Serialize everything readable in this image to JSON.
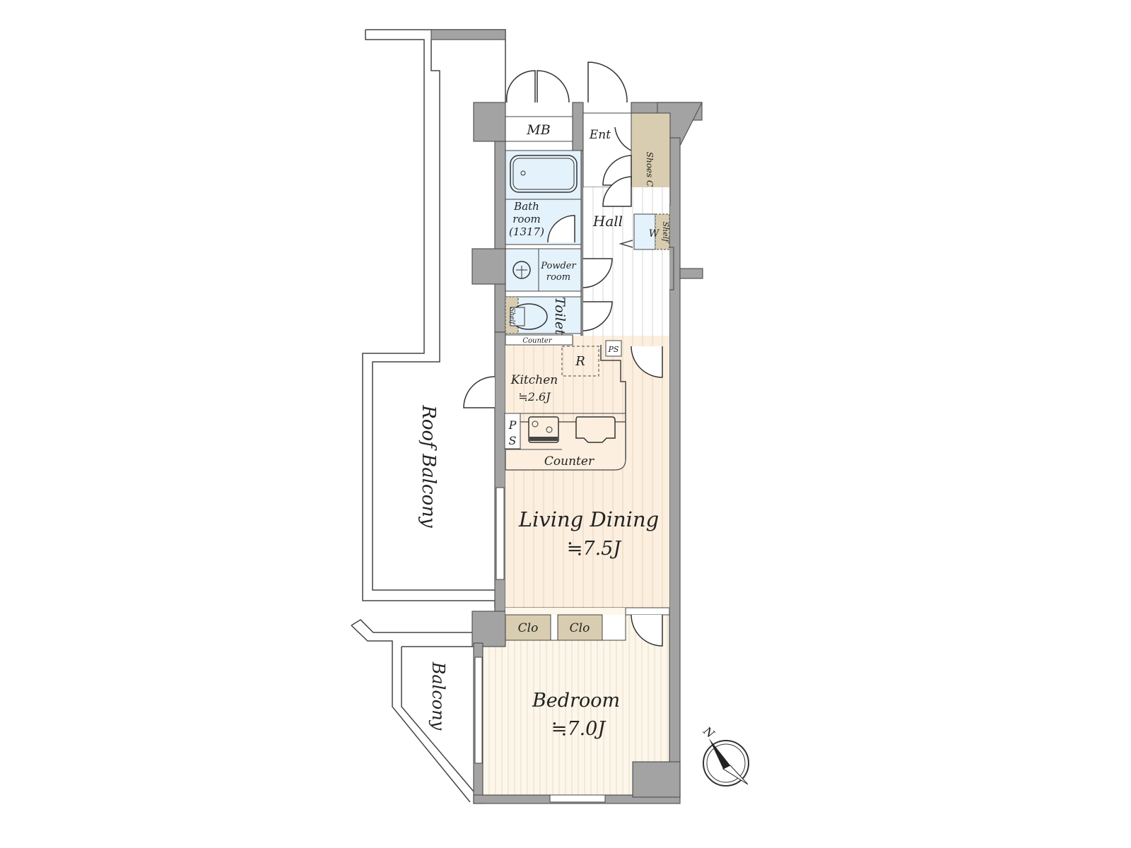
{
  "plan": {
    "rooms": {
      "mb": "MB",
      "ent": "Ent",
      "shoes_clo": "Shoes Clo",
      "bath_1": "Bath",
      "bath_2": "room",
      "bath_3": "(1317)",
      "hall": "Hall",
      "w": "W",
      "shelf_hall": "Shelf",
      "powder_1": "Powder",
      "powder_2": "room",
      "toilet": "Toilet",
      "shelf_toilet": "Shelf",
      "counter_small": "Counter",
      "r": "R",
      "ps_top": "PS",
      "kitchen": "Kitchen",
      "kitchen_size": "≒2.6J",
      "ps_p": "P",
      "ps_s": "S",
      "counter": "Counter",
      "living": "Living Dining",
      "living_size": "≒7.5J",
      "clo_1": "Clo",
      "clo_2": "Clo",
      "bedroom": "Bedroom",
      "bedroom_size": "≒7.0J",
      "roof_balcony": "Roof Balcony",
      "balcony": "Balcony"
    },
    "compass": "N",
    "colors": {
      "wall": "#a3a3a3",
      "wet": "#e4f2fb",
      "dry": "#fcefdf",
      "bed": "#fdf6ea",
      "closet": "#d8cdb0"
    }
  }
}
